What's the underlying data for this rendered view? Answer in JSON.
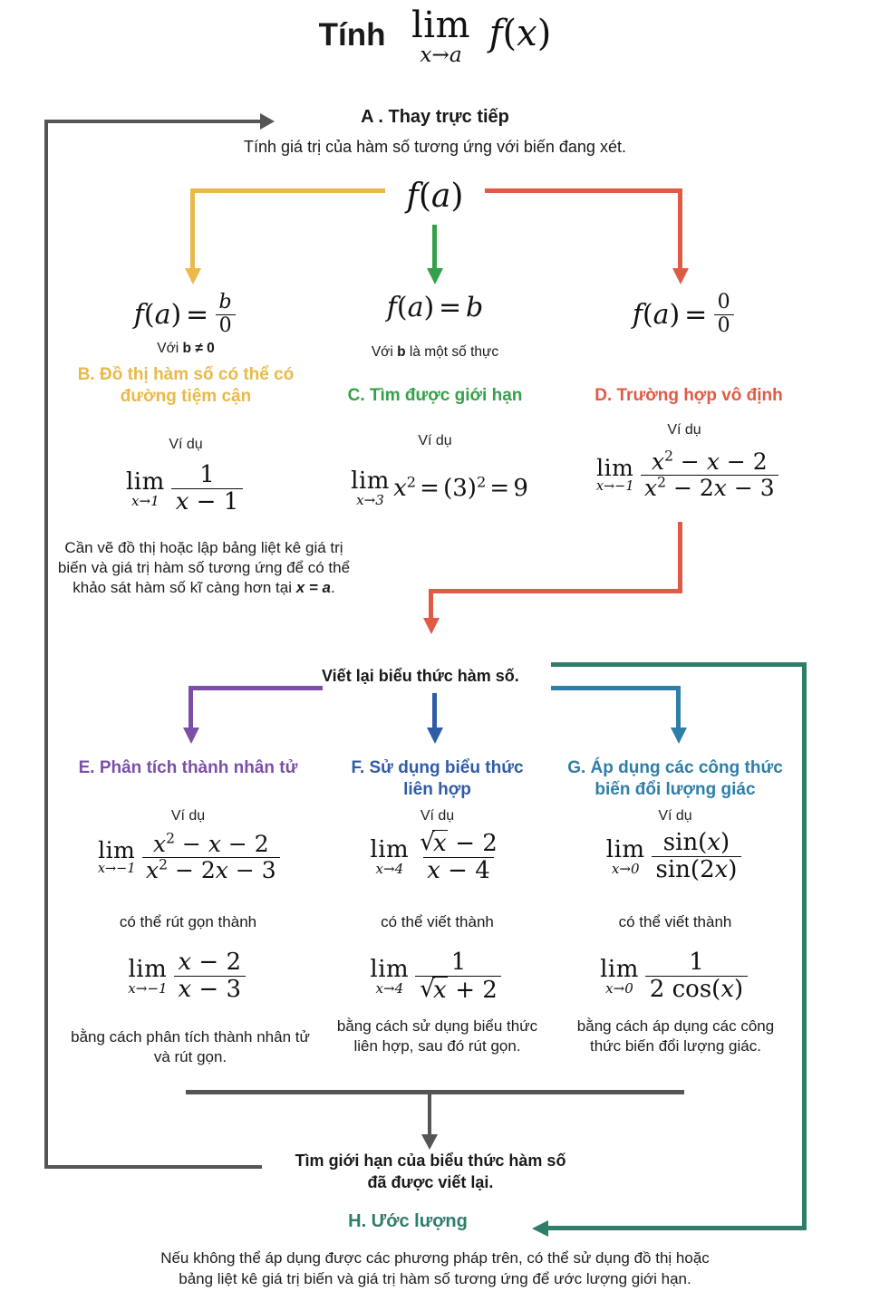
{
  "title": {
    "prefix": "Tính",
    "expr": "lim x→a f(x)"
  },
  "section_a": {
    "heading": "A . Thay trực tiếp",
    "subtitle": "Tính giá trị của hàm số tương ứng với biến đang xét.",
    "formula": "f(a)"
  },
  "branches": [
    {
      "id": "B",
      "condition_formula": "f(a) = b/0",
      "condition_note_pre": "Với ",
      "condition_note_var": "b ≠ 0",
      "heading": "B. Đồ thị hàm số có thể có đường tiệm cận",
      "example_label": "Ví dụ",
      "example": "lim x→1  1/(x − 1)",
      "description": "Cần vẽ đồ thị hoặc lập bảng liệt kê giá trị biến và giá trị hàm số tương ứng để có thể khảo sát hàm số kĩ càng hơn tại x = a.",
      "color": "#E9B949"
    },
    {
      "id": "C",
      "condition_formula": "f(a) = b",
      "condition_note_pre": "Với ",
      "condition_note_var": "b",
      "condition_note_post": " là một số thực",
      "heading": "C. Tìm được giới hạn",
      "example_label": "Ví dụ",
      "example": "lim x→3 x² = (3)² = 9",
      "color": "#35A04A"
    },
    {
      "id": "D",
      "condition_formula": "f(a) = 0/0",
      "heading": "D. Trường hợp vô định",
      "example_label": "Ví dụ",
      "example": "lim x→−1 (x²−x−2)/(x²−2x−3)",
      "color": "#E05B45"
    }
  ],
  "rewrite": {
    "label": "Viết lại biểu thức hàm số."
  },
  "methods": [
    {
      "id": "E",
      "heading": "E. Phân tích thành nhân tử",
      "example_label": "Ví dụ",
      "example": "lim x→−1 (x²−x−2)/(x²−2x−3)",
      "connector": "có thể rút gọn thành",
      "result": "lim x→−1 (x−2)/(x−3)",
      "note": "bằng cách phân tích thành nhân tử và rút gọn.",
      "color": "#7B4FA8"
    },
    {
      "id": "F",
      "heading": "F. Sử dụng biểu thức liên hợp",
      "example_label": "Ví dụ",
      "example": "lim x→4 (√x − 2)/(x − 4)",
      "connector": "có thể viết thành",
      "result": "lim x→4  1/(√x + 2)",
      "note": "bằng cách sử dụng biểu thức liên hợp, sau đó rút gọn.",
      "color": "#2E5CA8"
    },
    {
      "id": "G",
      "heading": "G. Áp dụng các công thức biến đổi lượng giác",
      "example_label": "Ví dụ",
      "example": "lim x→0 sin(x)/sin(2x)",
      "connector": "có thể viết thành",
      "result": "lim x→0  1/(2cos(x))",
      "note": "bằng cách áp dụng các công thức biến đổi lượng giác.",
      "color": "#2E7FA8"
    }
  ],
  "final_step": {
    "line1": "Tìm giới hạn của biểu thức hàm số",
    "line2": "đã được viết lại."
  },
  "section_h": {
    "heading": "H. Ước lượng",
    "description_line1": "Nếu không thể áp dụng được các phương pháp trên, có thể sử dụng đồ thị hoặc",
    "description_line2": "bảng liệt kê giá trị biến và giá trị hàm số tương ứng để ước lượng giới hạn.",
    "color": "#2E7D6B"
  },
  "colors": {
    "gray": "#555555",
    "yellow": "#E9B949",
    "green": "#35A04A",
    "red": "#E05B45",
    "purple": "#7B4FA8",
    "blue": "#2E5CA8",
    "teal_blue": "#2E7FA8",
    "teal_green": "#2E7D6B",
    "text": "#1a1a1a"
  }
}
